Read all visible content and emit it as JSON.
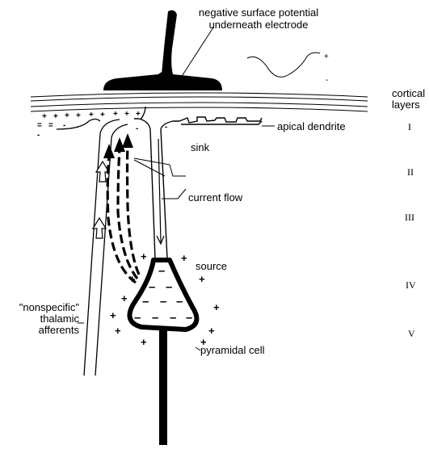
{
  "labels": {
    "electrode": "negative surface potential\nunderneath electrode",
    "apical_dendrite": "apical dendrite",
    "sink": "sink",
    "current_flow": "current flow",
    "source": "source",
    "afferents": "\"nonspecific\"\nthalamic\nafferents",
    "pyramidal_cell": "pyramidal cell",
    "cortical_layers": "cortical\nlayers",
    "wave_plus": "+",
    "wave_minus": "-"
  },
  "layers": [
    "I",
    "II",
    "III",
    "IV",
    "V"
  ],
  "colors": {
    "ink": "#000000",
    "paper": "#ffffff"
  }
}
